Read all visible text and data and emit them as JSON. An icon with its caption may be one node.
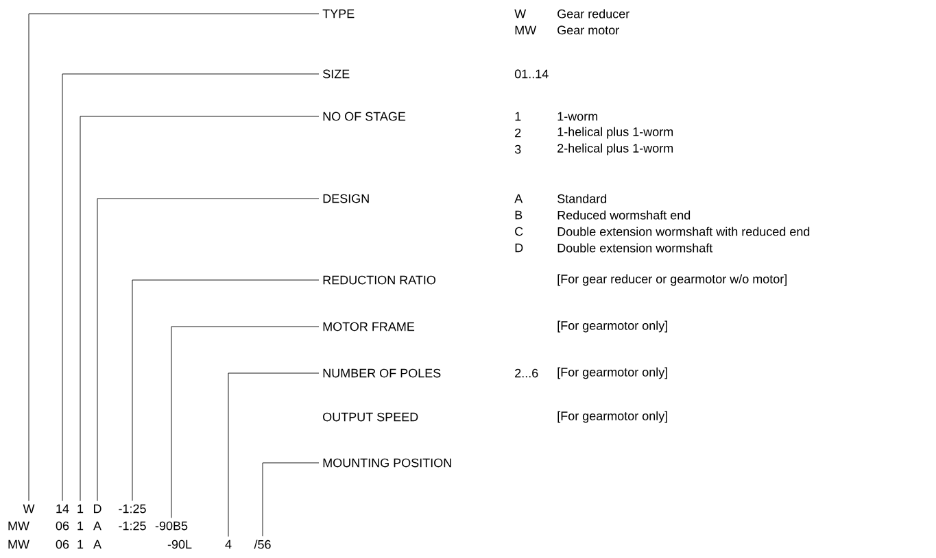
{
  "diagram": {
    "nodes": [
      {
        "text": [
          "TYPE"
        ]
      },
      {
        "text": [
          "SIZE"
        ]
      },
      {
        "text": [
          "NO OF STAGE"
        ]
      },
      {
        "text": [
          "DESIGN"
        ]
      },
      {
        "text": [
          "REDUCTION RATIO"
        ]
      },
      {
        "text": [
          "MOTOR FRAME"
        ]
      },
      {
        "text": [
          "NUMBER OF POLES"
        ]
      },
      {
        "text": [
          "OUTPUT SPEED"
        ]
      },
      {
        "text": [
          "MOUNTING POSITION"
        ]
      },
      {
        "text": [
          "W"
        ]
      },
      {
        "text": [
          "14"
        ]
      },
      {
        "text": [
          "1"
        ]
      },
      {
        "text": [
          "D"
        ]
      },
      {
        "text": [
          "-1:25"
        ]
      },
      {
        "text": [
          "-90B5"
        ]
      },
      {
        "text": [
          "4"
        ]
      },
      {
        "text": [
          "/56"
        ]
      }
    ],
    "edges": [
      {
        "from": 0,
        "to": 9,
        "arrow": "none"
      },
      {
        "from": 1,
        "to": 10,
        "arrow": "none"
      },
      {
        "from": 2,
        "to": 11,
        "arrow": "none"
      },
      {
        "from": 3,
        "to": 12,
        "arrow": "none"
      },
      {
        "from": 4,
        "to": 13,
        "arrow": "none"
      },
      {
        "from": 5,
        "to": 14,
        "arrow": "none"
      },
      {
        "from": 6,
        "to": 15,
        "arrow": "none"
      },
      {
        "from": 8,
        "to": 16,
        "arrow": "none"
      }
    ],
    "labels": [
      "W",
      "Gear reducer",
      "MW",
      "Gear motor",
      "01..14",
      "1",
      "1-worm",
      "2",
      "1-helical plus 1-worm",
      "3",
      "2-helical plus 1-worm",
      "A",
      "Standard",
      "B",
      "Reduced wormshaft end",
      "C",
      "Double extension wormshaft with reduced end",
      "D",
      "Double extension wormshaft",
      "[For gear reducer or gearmotor w/o motor]",
      "[For gearmotor only]",
      "2...6",
      "[For gearmotor only]",
      "[For gearmotor only]",
      "MW",
      "06",
      "1",
      "A",
      "-1:25",
      "MW",
      "06",
      "1",
      "A",
      "-90L"
    ]
  }
}
